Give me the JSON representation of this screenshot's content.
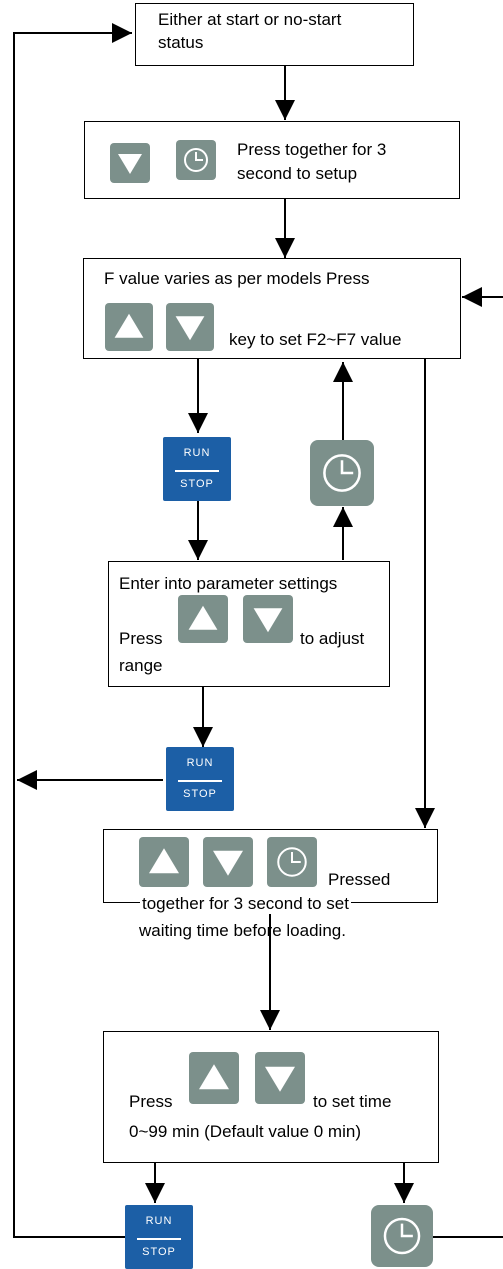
{
  "diagram": {
    "box1": {
      "line1": "Either at start or no-start",
      "line2": "status"
    },
    "box2": {
      "line1": "Press together for 3",
      "line2": "second to setup"
    },
    "box3": {
      "line1": "F value varies as per models Press",
      "line2": "key to set F2~F7 value"
    },
    "box4": {
      "line1": "Enter into parameter settings",
      "line2_left": "Press",
      "line2_right": "to adjust",
      "line3": "range"
    },
    "box5": {
      "line1": "Pressed",
      "line2": "together for 3 second to set",
      "line3": "waiting time before loading."
    },
    "box6": {
      "line1_left": "Press",
      "line1_right": "to set time",
      "line2": "0~99 min (Default value 0 min)"
    },
    "run_stop": {
      "run": "RUN",
      "stop": "STOP"
    },
    "icons": {
      "up": "up-arrow-key-icon",
      "down": "down-arrow-key-icon",
      "clock": "clock-key-icon"
    },
    "colors": {
      "key_gray": "#7c908b",
      "run_stop_blue": "#1c5fa6",
      "line": "#000000"
    }
  }
}
